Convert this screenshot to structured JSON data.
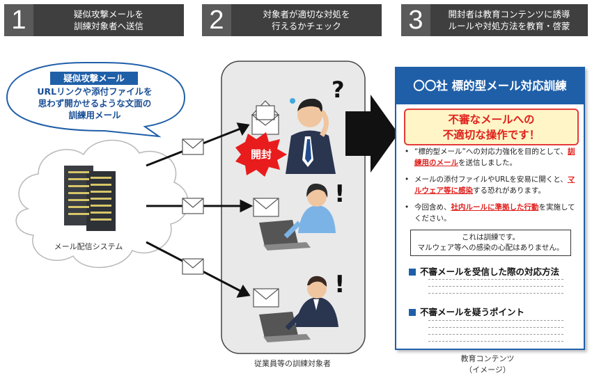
{
  "steps": [
    {
      "number": "1",
      "text": "疑似攻撃メールを\n訓練対象者へ送信"
    },
    {
      "number": "2",
      "text": "対象者が適切な対処を\n行えるかチェック"
    },
    {
      "number": "3",
      "text": "開封者は教育コンテンツに誘導\nルールや対処方法を教育・啓蒙"
    }
  ],
  "bubble": {
    "title": "疑似攻撃メール",
    "text": "URLリンクや添付ファイルを\n思わず開かせるような文面の\n訓練用メール"
  },
  "server_label": "メール配信システム",
  "opened_label": "開封",
  "employees_label": "従業員等の訓練対象者",
  "content_label": "教育コンテンツ\n（イメージ）",
  "panel": {
    "title": "〇〇社 標的型メール対応訓練",
    "alert": "不審なメールへの\n不適切な操作です！",
    "bullets": [
      {
        "pre": "“標的型メール”への対応力強化を目的として、",
        "em": "訓練用のメール",
        "post": "を送信しました。"
      },
      {
        "pre": "メールの添付ファイルやURLを安易に開くと、",
        "em": "マルウェア等に感染",
        "post": "する恐れがあります。"
      },
      {
        "pre": "今回含め、",
        "em": "社内ルールに準拠した行動",
        "post": "を実施してください。"
      }
    ],
    "notice": "これは訓練です。\nマルウェア等への感染の心配はありません。",
    "section1": "不審メールを受信した際の対応方法",
    "section2": "不審メールを疑うポイント"
  },
  "colors": {
    "step_bg": "#3f3f3f",
    "accent_blue": "#1f5fa8",
    "alert_red": "#e0201c",
    "alert_bg": "#fff5c6"
  }
}
